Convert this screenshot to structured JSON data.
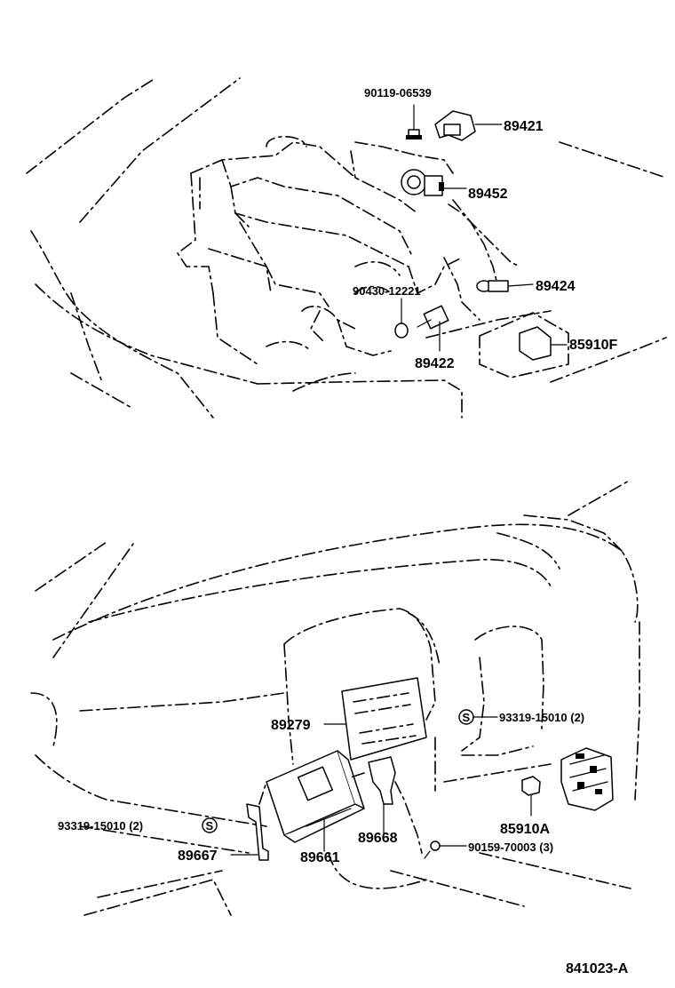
{
  "top_labels": {
    "p90119": "90119-06539",
    "p89421": "89421",
    "p89452": "89452",
    "p89424": "89424",
    "p90430": "90430-12221",
    "p89422": "89422",
    "p85910F": "85910F"
  },
  "bottom_labels": {
    "p89279": "89279",
    "p93319_right": "93319-15010 (2)",
    "p93319_left": "93319-15010 (2)",
    "p85910A": "85910A",
    "p89667": "89667",
    "p89661": "89661",
    "p89668": "89668",
    "p90159": "90159-70003 (3)"
  },
  "symbols": {
    "s_mark": "S"
  },
  "footer": {
    "diagram_id": "841023-A"
  }
}
